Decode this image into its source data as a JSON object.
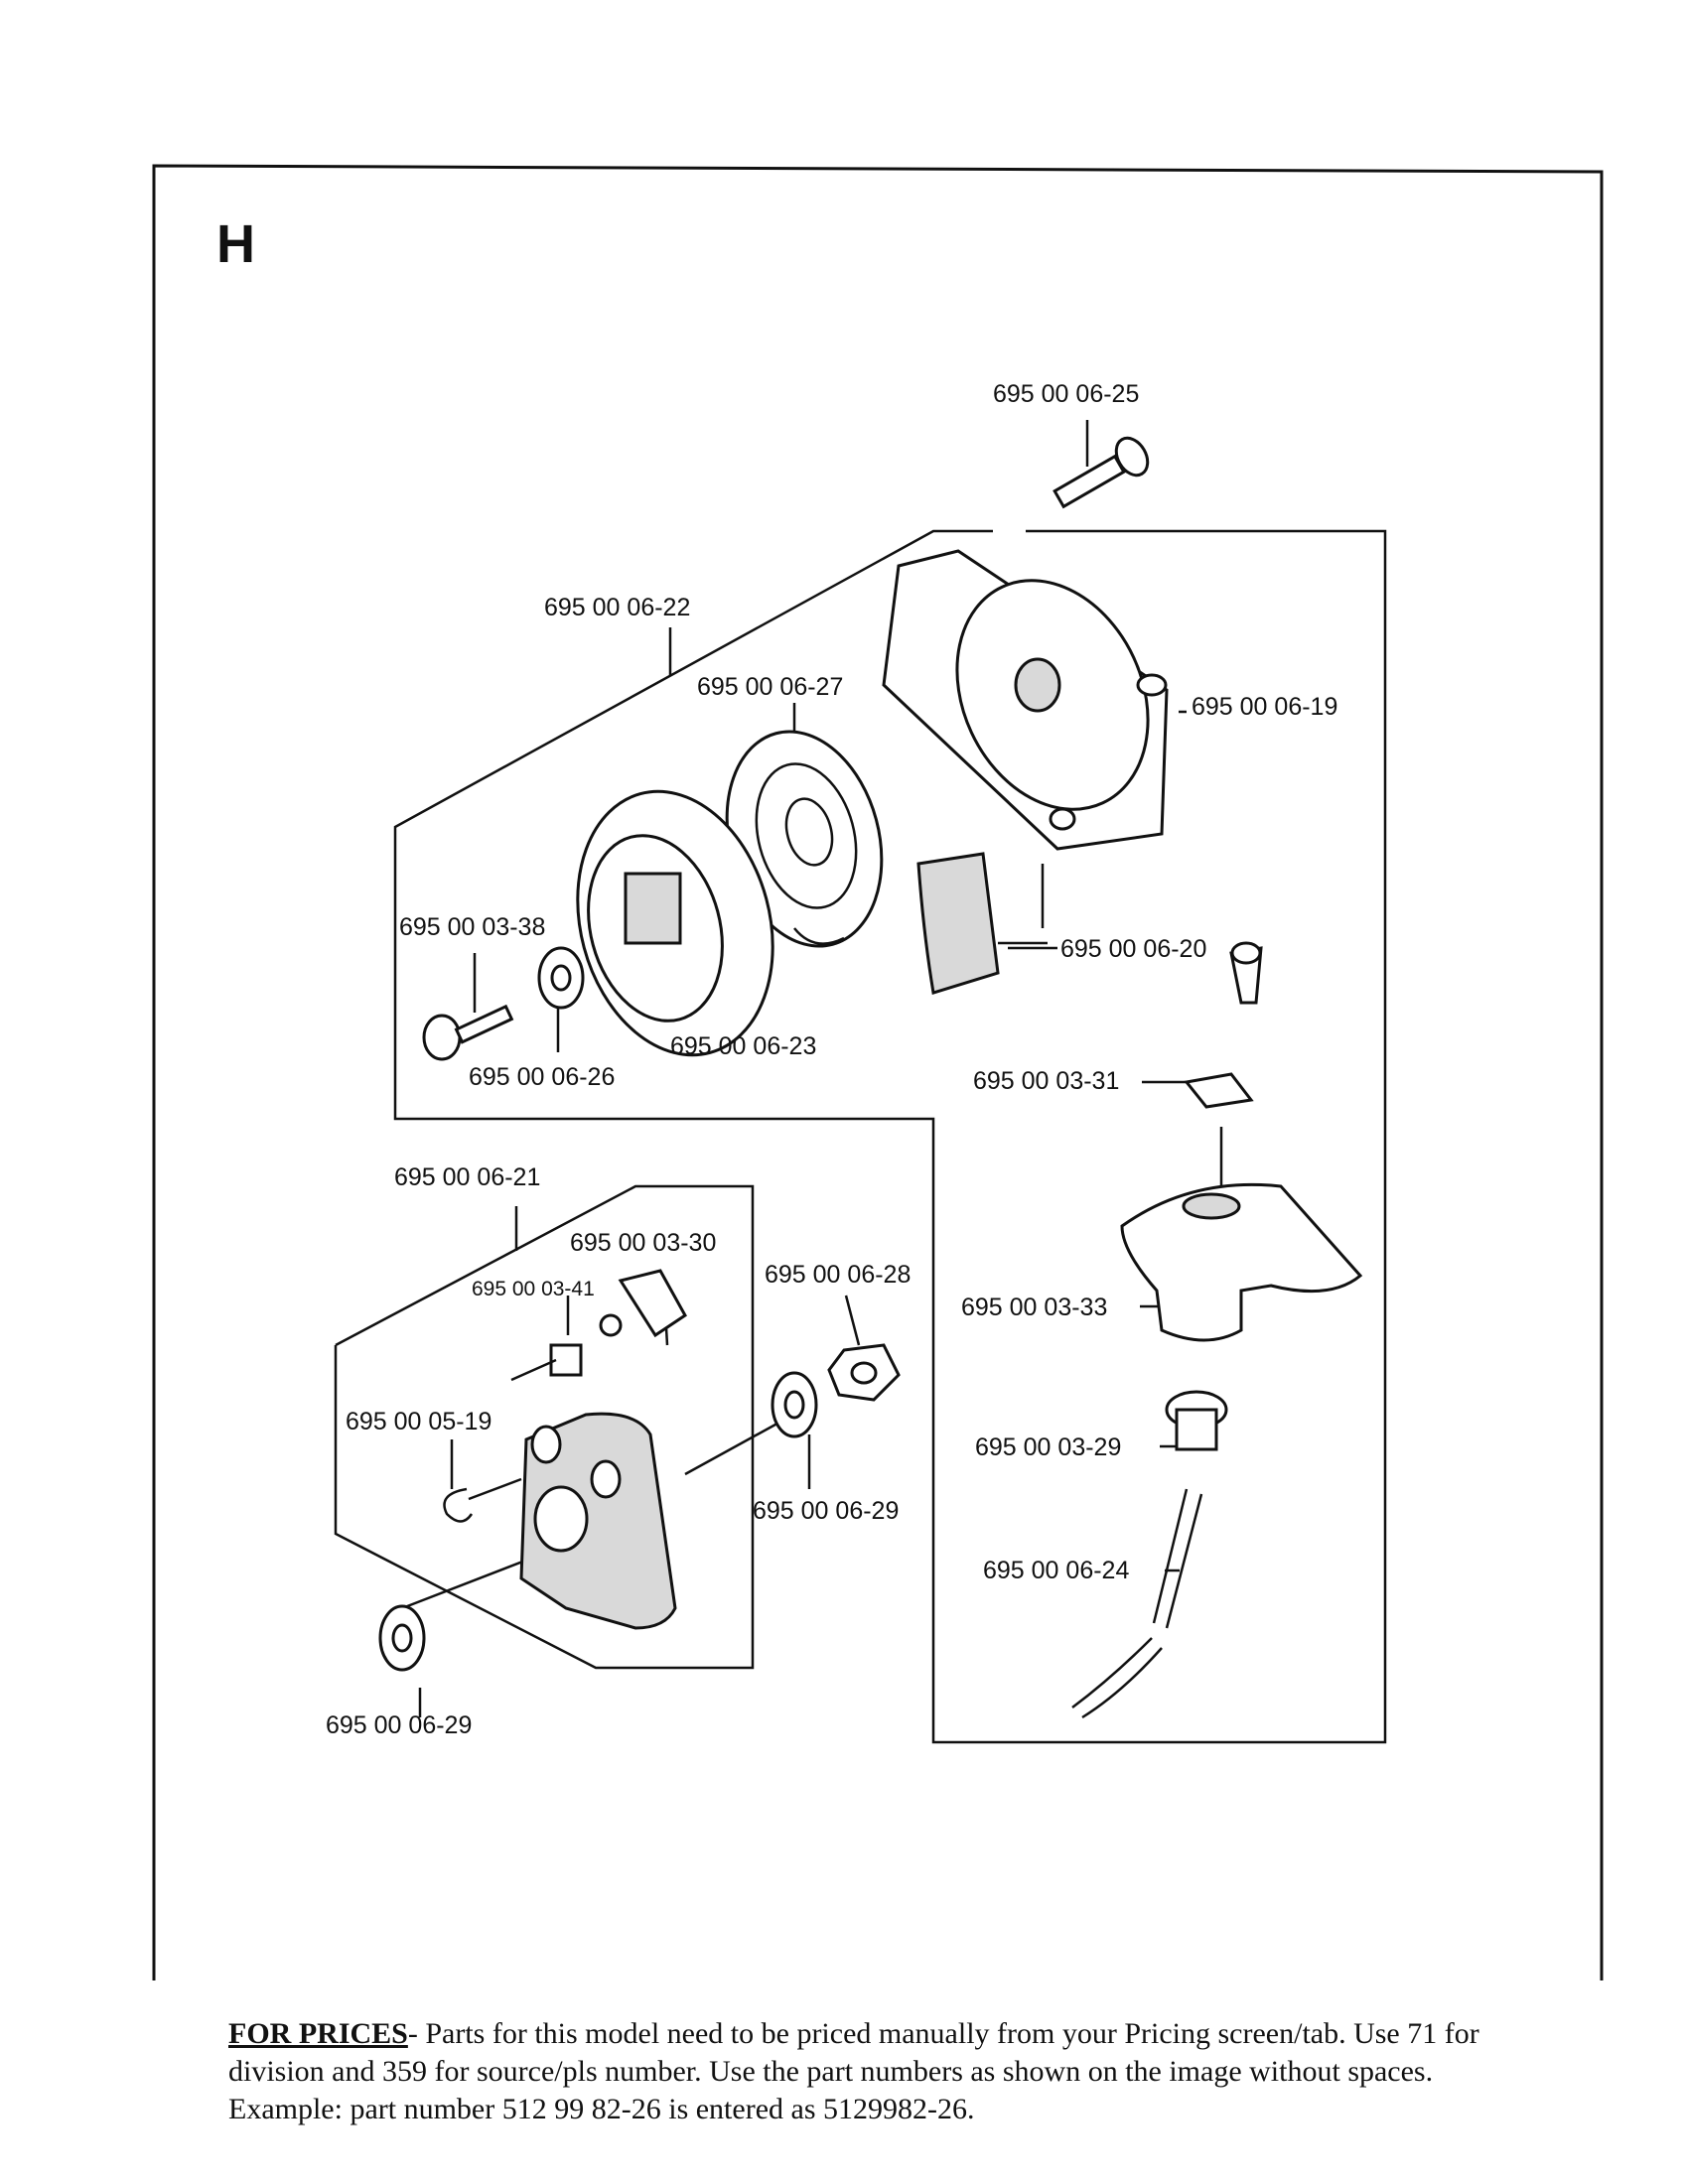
{
  "section_letter": "H",
  "parts": [
    {
      "id": "p0625",
      "label": "695 00 06-25"
    },
    {
      "id": "p0622",
      "label": "695 00 06-22"
    },
    {
      "id": "p0627",
      "label": "695 00 06-27"
    },
    {
      "id": "p0619",
      "label": "695 00 06-19"
    },
    {
      "id": "p0338",
      "label": "695 00 03-38"
    },
    {
      "id": "p0620",
      "label": "695 00 06-20"
    },
    {
      "id": "p0623",
      "label": "695 00 06-23"
    },
    {
      "id": "p0626",
      "label": "695 00 06-26"
    },
    {
      "id": "p0331",
      "label": "695 00 03-31"
    },
    {
      "id": "p0621",
      "label": "695 00 06-21"
    },
    {
      "id": "p0330",
      "label": "695 00 03-30"
    },
    {
      "id": "p0341",
      "label": "695 00 03-41"
    },
    {
      "id": "p0628",
      "label": "695 00 06-28"
    },
    {
      "id": "p0333",
      "label": "695 00 03-33"
    },
    {
      "id": "p0519",
      "label": "695 00 05-19"
    },
    {
      "id": "p0629a",
      "label": "695 00 06-29"
    },
    {
      "id": "p0329",
      "label": "695 00 03-29"
    },
    {
      "id": "p0624",
      "label": "695 00 06-24"
    },
    {
      "id": "p0629b",
      "label": "695 00 06-29"
    }
  ],
  "note": {
    "heading": "FOR PRICES",
    "text": "- Parts for this model need to be priced manually from your Pricing screen/tab. Use 71 for division and 359 for source/pls number.  Use the part numbers as shown on the image without spaces.  Example: part number 512 99 82-26 is entered as 5129982-26."
  }
}
